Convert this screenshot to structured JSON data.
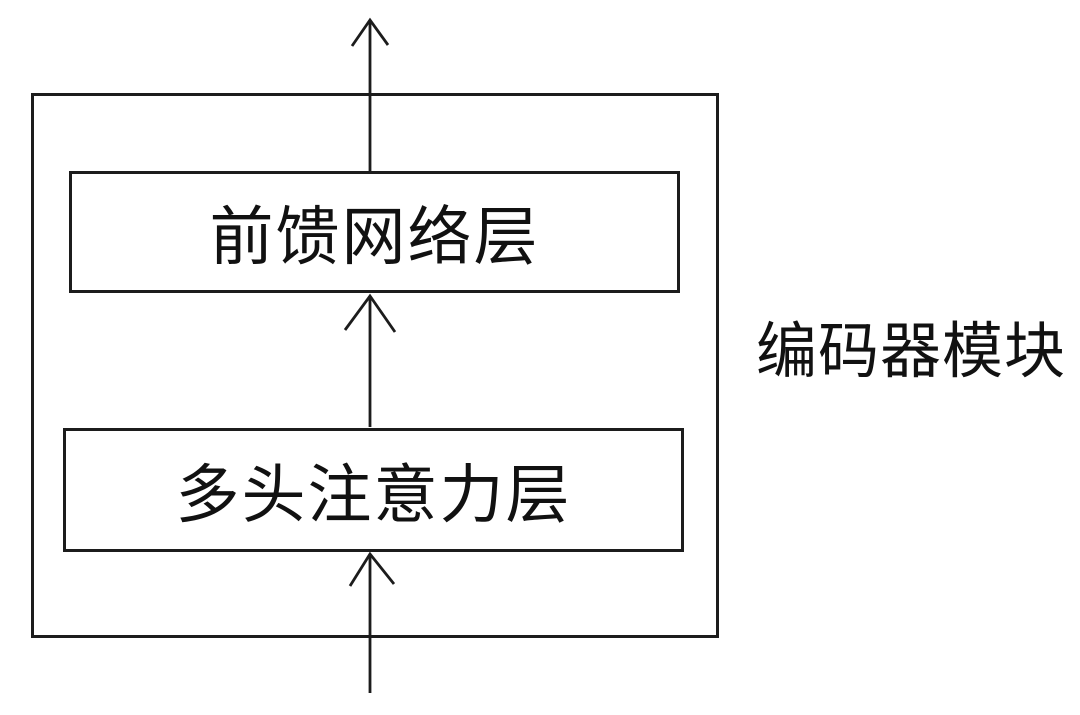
{
  "module_label": "编码器模块",
  "blocks": {
    "feed_forward": {
      "label": "前馈网络层"
    },
    "multi_head_attention": {
      "label": "多头注意力层"
    }
  },
  "arrows": [
    {
      "name": "input-arrow",
      "direction": "up"
    },
    {
      "name": "attention-to-feedforward-arrow",
      "direction": "up"
    },
    {
      "name": "output-arrow",
      "direction": "up"
    }
  ],
  "colors": {
    "line": "#1c1c1c",
    "background": "#ffffff",
    "text": "#111111"
  }
}
